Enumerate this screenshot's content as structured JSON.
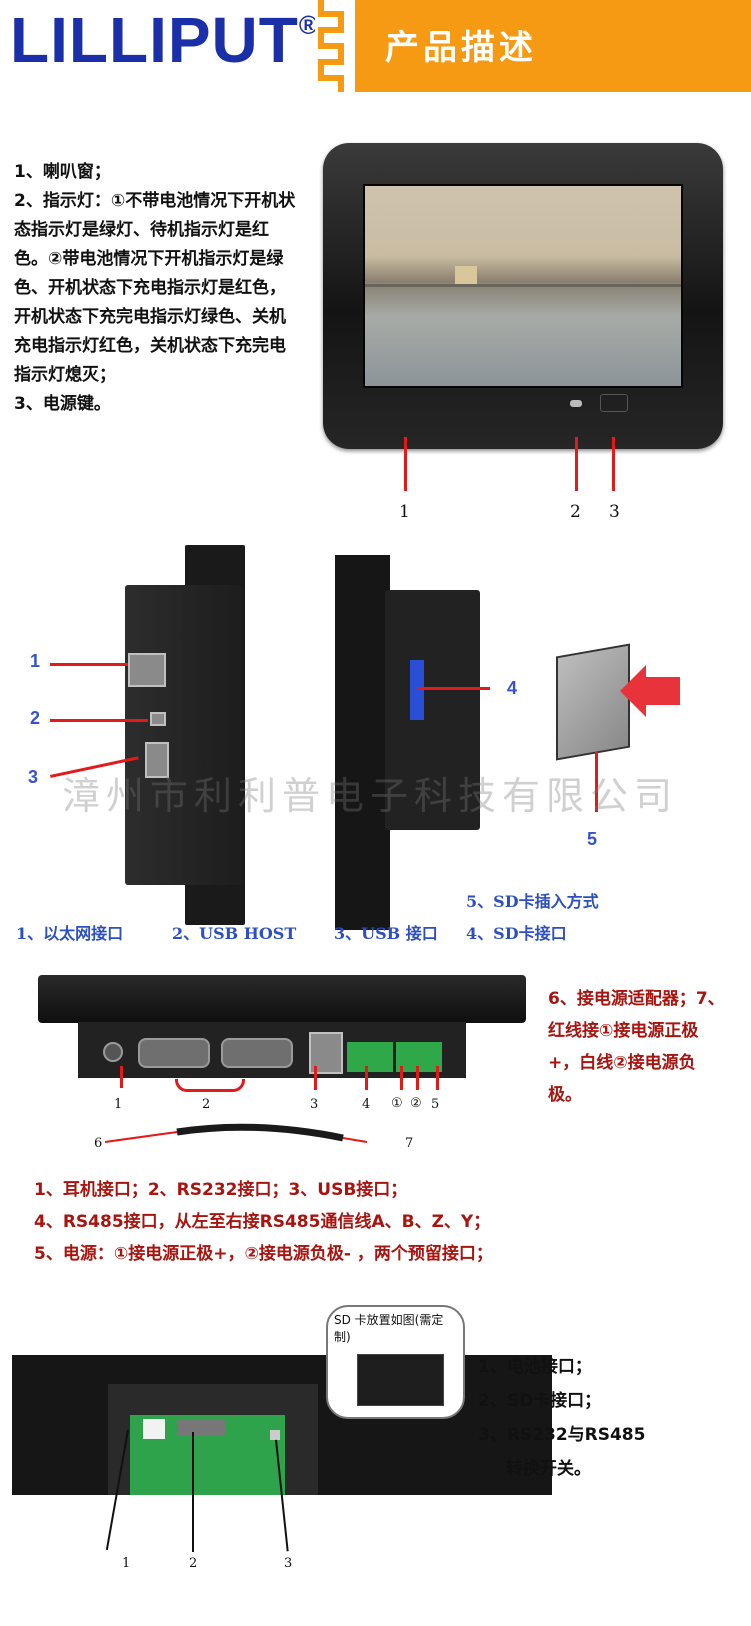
{
  "header": {
    "brand": "LILLIPUT",
    "registered": "®",
    "title": "产品描述"
  },
  "front": {
    "features": [
      "1、喇叭窗；",
      "2、指示灯：①不带电池情况下开机状态指示灯是绿灯、待机指示灯是红色。②带电池情况下开机指示灯是绿色、开机状态下充电指示灯是红色，开机状态下充完电指示灯绿色、关机充电指示灯红色，关机状态下充完电指示灯熄灭；",
      "3、电源键。"
    ],
    "callouts": [
      "1",
      "2",
      "3"
    ]
  },
  "side": {
    "callouts": [
      "1",
      "2",
      "3",
      "4",
      "5"
    ],
    "watermark": "漳州市利利普电子科技有限公司",
    "captions": [
      "1、以太网接口",
      "2、USB HOST",
      "3、USB 接口",
      "4、SD卡接口"
    ],
    "sd_caption": "5、SD卡插入方式"
  },
  "bottom": {
    "callouts": [
      "1",
      "2",
      "3",
      "4",
      "①",
      "②",
      "5",
      "6",
      "7"
    ],
    "power_note": "6、接电源适配器；7、红线接①接电源正极+，白线②接电源负极。",
    "ports": [
      "1、耳机接口；2、RS232接口；3、USB接口；",
      "4、RS485接口，从左至右接RS485通信线A、B、Z、Y；",
      "5、电源：①接电源正极+，②接电源负极- ，两个预留接口；"
    ]
  },
  "inner": {
    "bubble": "SD 卡放置如图(需定制)",
    "items": [
      "1、电池接口；",
      "2、SD卡接口；",
      "3、RS232与RS485",
      "转换开关。"
    ],
    "callouts": [
      "1",
      "2",
      "3"
    ]
  },
  "colors": {
    "brand_blue": "#1a2fa8",
    "header_orange": "#f59a12",
    "callout_red": "#e21a1a",
    "caption_blue": "#2e4fc1",
    "text_red": "#a8140f"
  }
}
